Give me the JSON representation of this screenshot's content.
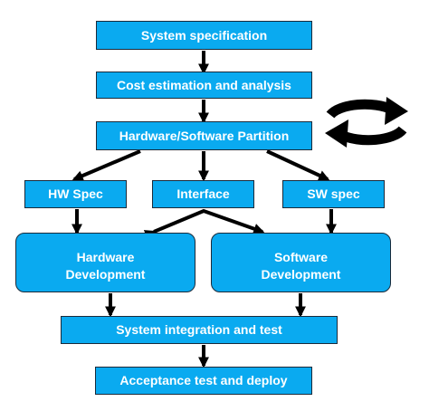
{
  "nodes": {
    "system_spec": "System specification",
    "cost_estimation": "Cost estimation and analysis",
    "hw_sw_partition": "Hardware/Software Partition",
    "hw_spec": "HW Spec",
    "interface": "Interface",
    "sw_spec": "SW spec",
    "hw_dev_line1": "Hardware",
    "hw_dev_line2": "Development",
    "sw_dev_line1": "Software",
    "sw_dev_line2": "Development",
    "integration": "System integration and test",
    "acceptance": "Acceptance test and deploy"
  },
  "icons": {
    "cycle": "refresh-cycle-icon"
  },
  "colors": {
    "box_fill": "#0aaaf0",
    "box_border": "#1a2a3a",
    "arrow": "#000000",
    "text": "#ffffff"
  }
}
